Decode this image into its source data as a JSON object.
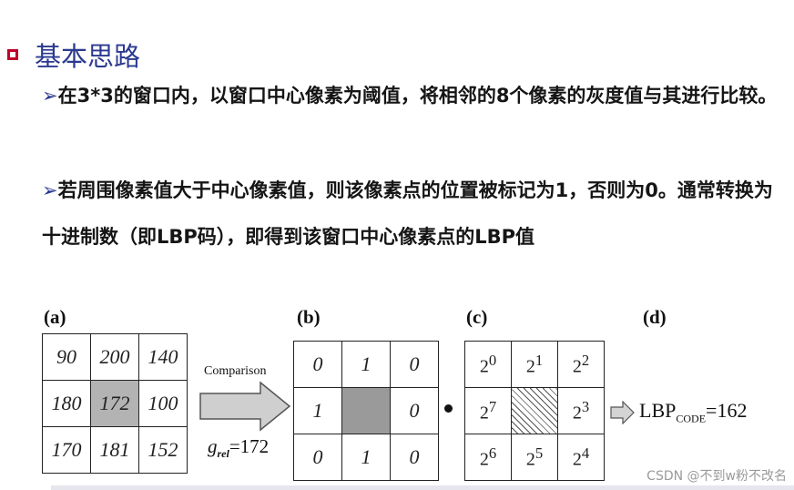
{
  "heading": {
    "text": "基本思路"
  },
  "paragraph1": {
    "arrow": "➢",
    "text": "在3*3的窗口内，以窗口中心像素为阈值，将相邻的8个像素的灰度值与其进行比较。"
  },
  "paragraph2": {
    "arrow": "➢",
    "text": "若周围像素值大于中心像素值，则该像素点的位置被标记为1，否则为0。通常转换为十进制数（即LBP码），即得到该窗口中心像素点的LBP值"
  },
  "figure": {
    "label_a": "(a)",
    "label_b": "(b)",
    "label_c": "(c)",
    "label_d": "(d)",
    "grid_a": [
      [
        "90",
        "200",
        "140"
      ],
      [
        "180",
        "172",
        "100"
      ],
      [
        "170",
        "181",
        "152"
      ]
    ],
    "grid_b": [
      [
        "0",
        "1",
        "0"
      ],
      [
        "1",
        "",
        "0"
      ],
      [
        "0",
        "1",
        "0"
      ]
    ],
    "grid_c": [
      [
        "2",
        "0",
        "2",
        "1",
        "2",
        "2"
      ],
      [
        "2",
        "7",
        "",
        "",
        "2",
        "3"
      ],
      [
        "2",
        "6",
        "2",
        "5",
        "2",
        "4"
      ]
    ],
    "comparison": "Comparison",
    "grel_symbol": "g",
    "grel_sub": "rel",
    "grel_value": "=172",
    "lbp_main": "LBP",
    "lbp_sub": "CODE",
    "lbp_value": "=162"
  },
  "watermark": "CSDN @不到w粉不改名"
}
